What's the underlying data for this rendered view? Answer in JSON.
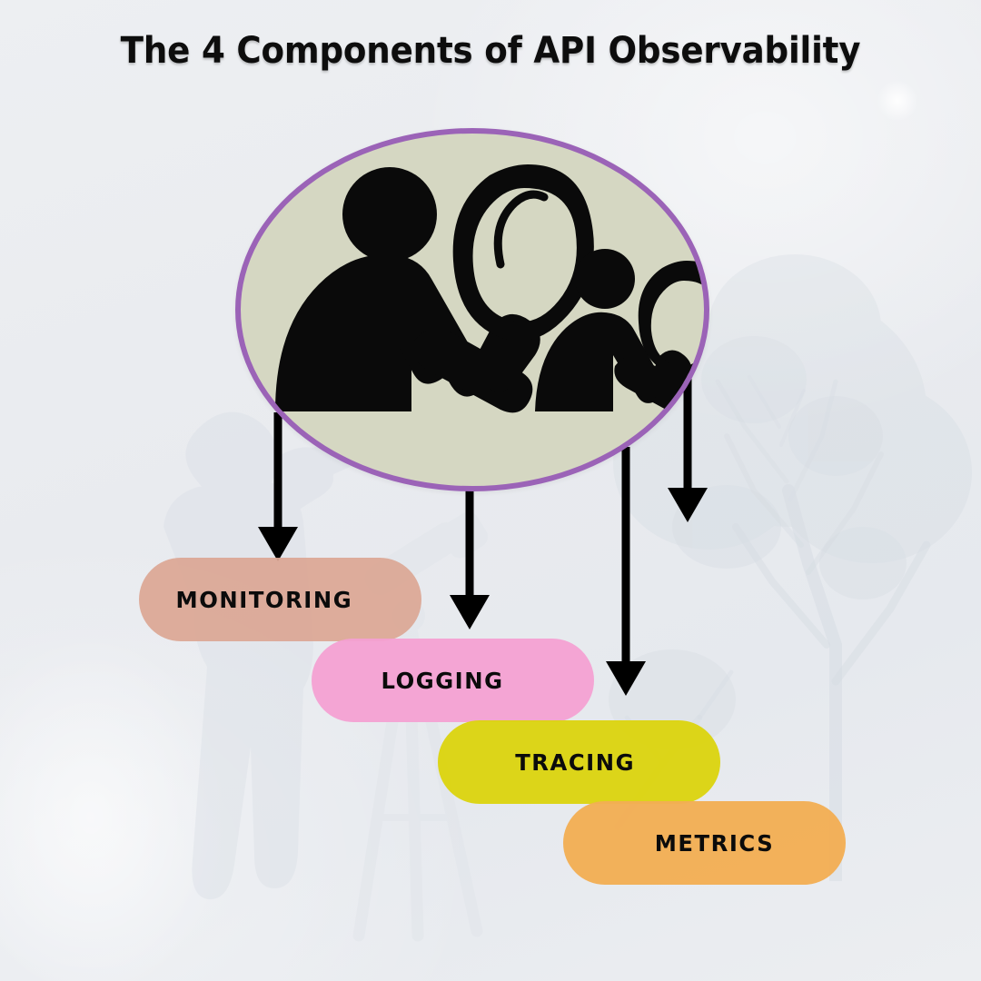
{
  "page": {
    "title": "The 4 Components of API Observability",
    "background_color": "#eaecf0"
  },
  "hero": {
    "icon_name": "observers-with-magnifiers-icon",
    "fill_color": "#d5d7c2",
    "border_color": "#9b63b7",
    "art_color": "#0a0a0a"
  },
  "components": [
    {
      "label": "MONITORING",
      "color": "#dca795",
      "arrow_name": "arrow-to-monitoring"
    },
    {
      "label": "LOGGING",
      "color": "#f4a0d2",
      "arrow_name": "arrow-to-logging"
    },
    {
      "label": "TRACING",
      "color": "#dbd40d",
      "arrow_name": "arrow-to-tracing"
    },
    {
      "label": "METRICS",
      "color": "#f2ae53",
      "arrow_name": "arrow-to-metrics"
    }
  ],
  "arrows": {
    "color": "#000000",
    "count": 4
  },
  "watermark": {
    "person_with_binoculars": "stargazer-silhouette-watermark",
    "telescope_tripod": "telescope-tripod-watermark",
    "tree": "tree-foliage-watermark"
  }
}
